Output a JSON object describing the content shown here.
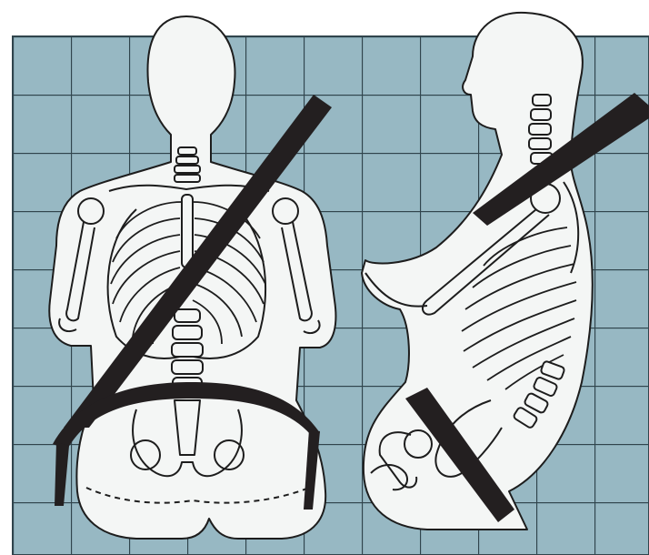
{
  "figure": {
    "panels": [
      "front-view",
      "side-view"
    ],
    "colors": {
      "background": "#ffffff",
      "grid_fill": "#8fb1bd",
      "grid_line": "#30444c",
      "body_fill": "#f4f6f5",
      "outline": "#1d1d1d",
      "belt": "#231f20"
    },
    "icons": [
      "seated-figure-front",
      "seated-figure-side",
      "shoulder-belt",
      "lap-belt"
    ]
  }
}
